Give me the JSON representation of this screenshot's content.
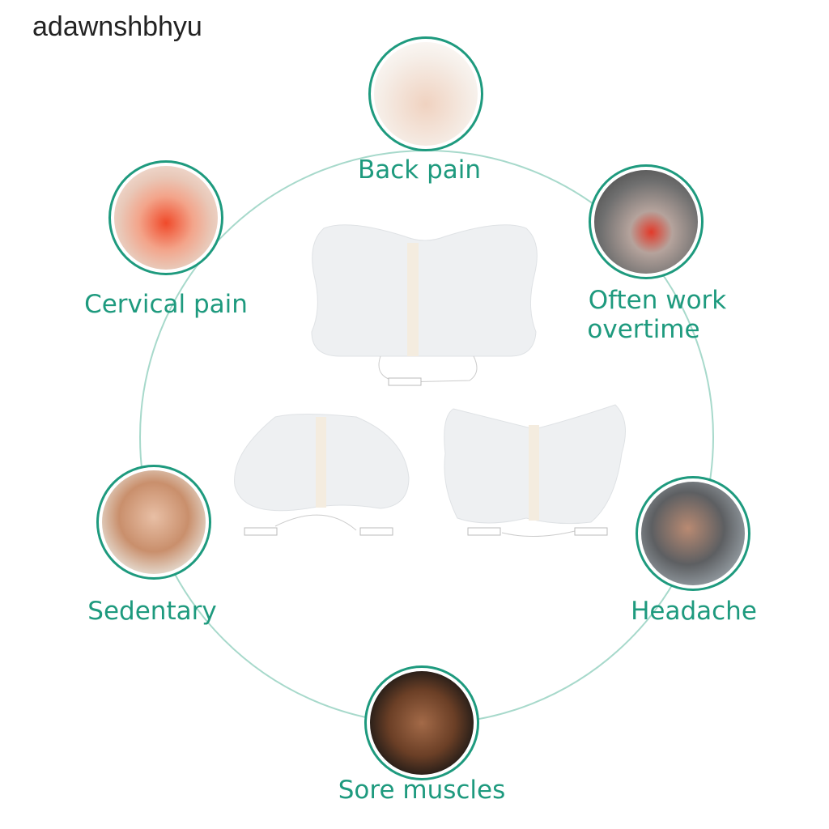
{
  "watermark": "adawnshbhyu",
  "conditions": [
    {
      "label": "Back pain"
    },
    {
      "label": "Cervical pain"
    },
    {
      "label": "Often work",
      "label2": "overtime"
    },
    {
      "label": "Sedentary"
    },
    {
      "label": "Headache"
    },
    {
      "label": "Sore muscles"
    }
  ],
  "colors": {
    "accent": "#1e9a7e",
    "ring": "#a7d9cb",
    "pad": "#eef0f2"
  }
}
